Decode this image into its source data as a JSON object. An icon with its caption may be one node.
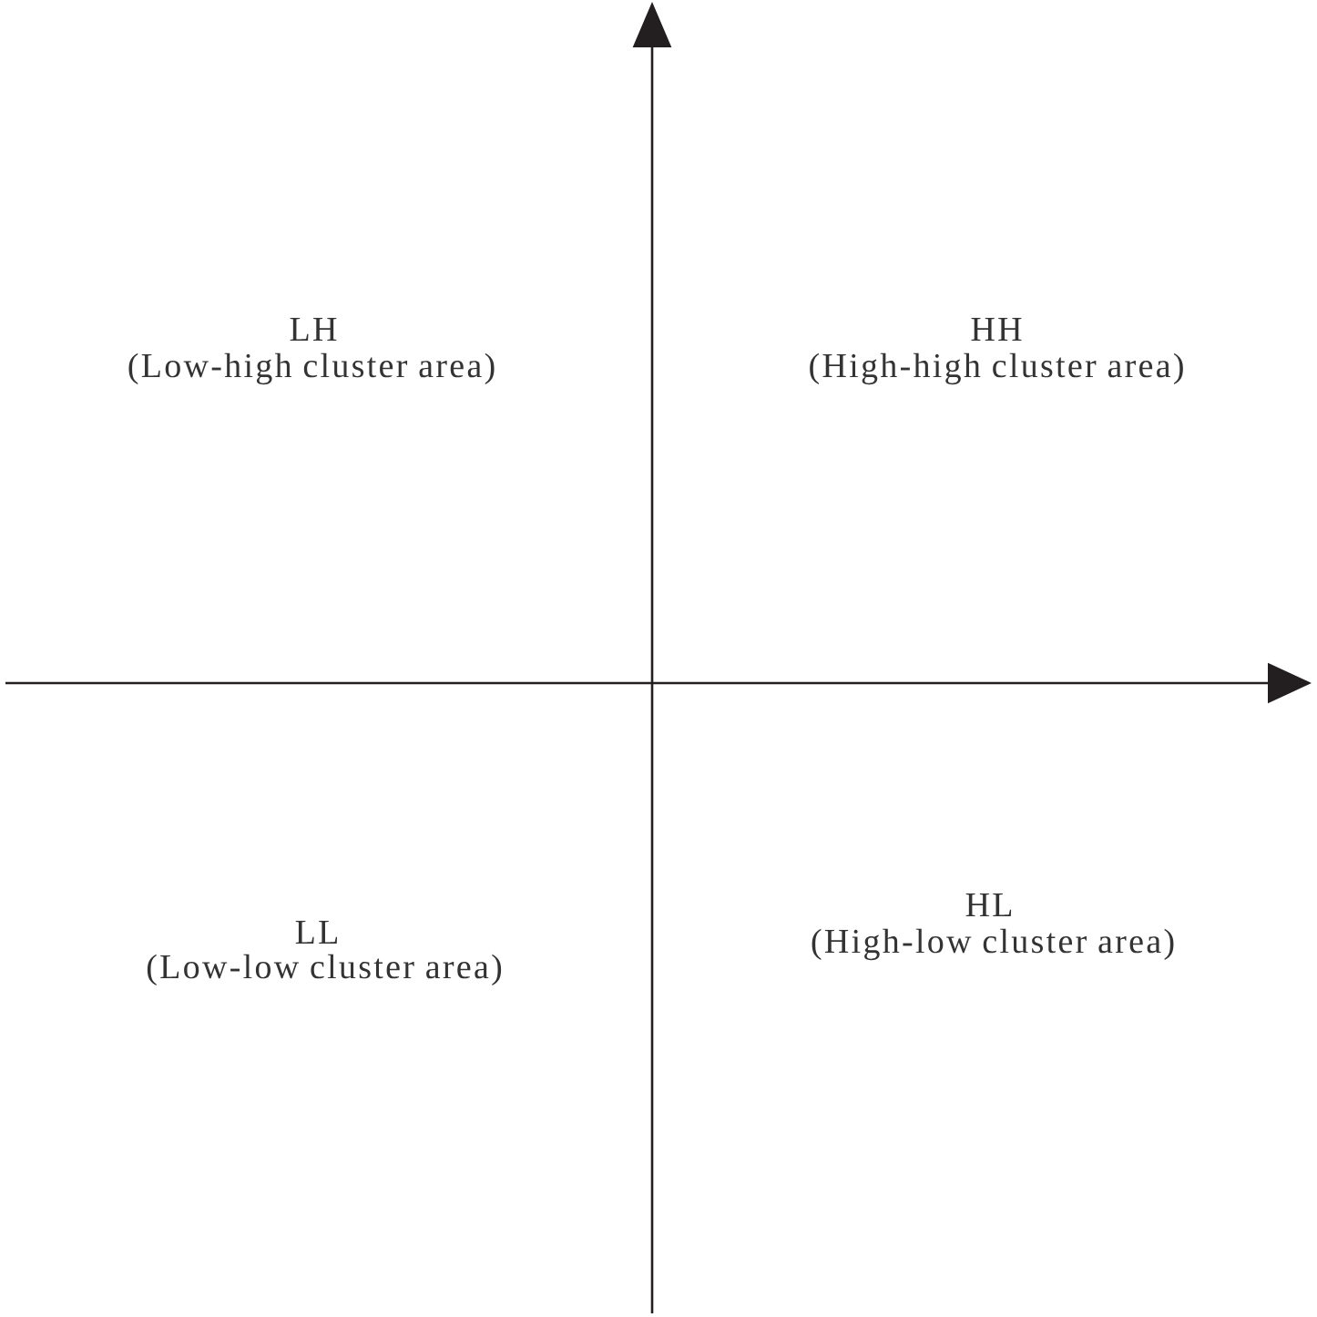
{
  "diagram": {
    "labels": [
      "LH",
      "(Low-high cluster area)",
      "HH",
      "(High-high cluster area)",
      "LL",
      "(Low-low cluster area)",
      "HL",
      "(High-low cluster area)"
    ]
  }
}
